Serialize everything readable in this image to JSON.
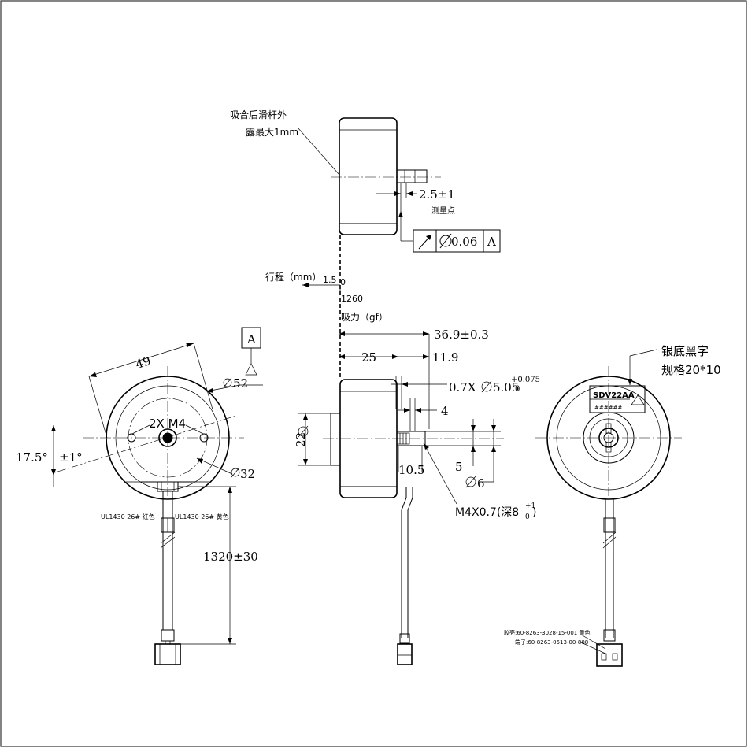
{
  "top_view": {
    "note_line1": "吸合后滑杆外",
    "note_line2": "露最大1mm",
    "dim_stroke": "2.5±1",
    "measure_point": "测量点",
    "tolerance_value": "0.06",
    "tolerance_datum": "A"
  },
  "curve": {
    "stroke_label": "行程（mm）",
    "stroke_value": "1.5",
    "stroke_zero": "0",
    "force_value": "1260",
    "force_label": "吸力（gf）"
  },
  "left_view": {
    "datum": "A",
    "dim_width": "49",
    "dim_dia52": "52",
    "holes": "2X M4",
    "angle": "17.5°",
    "angle_tol": "±1°",
    "dim_dia32": "32",
    "wire_red": "UL1430 26# 红色",
    "wire_yellow": "UL1430 26# 黄色",
    "cable_length": "1320±30"
  },
  "side_view": {
    "dim_total": "36.9±0.3",
    "dim_25": "25",
    "dim_119": "11.9",
    "dim_hole": "0.7X",
    "dim_hole_val": "5.05",
    "tol_plus": "+0.075",
    "tol_zero": "0",
    "dim_4": "4",
    "dim_dia22": "22",
    "dim_5": "5",
    "dim_105": "10.5",
    "dim_dia6": "6",
    "thread": "M4X0.7(深8",
    "thread_tol_plus": "+1",
    "thread_tol_zero": "0",
    "thread_close": ")"
  },
  "right_view": {
    "label_line1": "银底黑字",
    "label_line2": "规格20*10",
    "model": "SDV22AA",
    "serial": "######",
    "housing_note": "胶壳:60-8263-3028-15-001 黄色",
    "terminal_note": "端子:60-8263-0513-00-808"
  }
}
